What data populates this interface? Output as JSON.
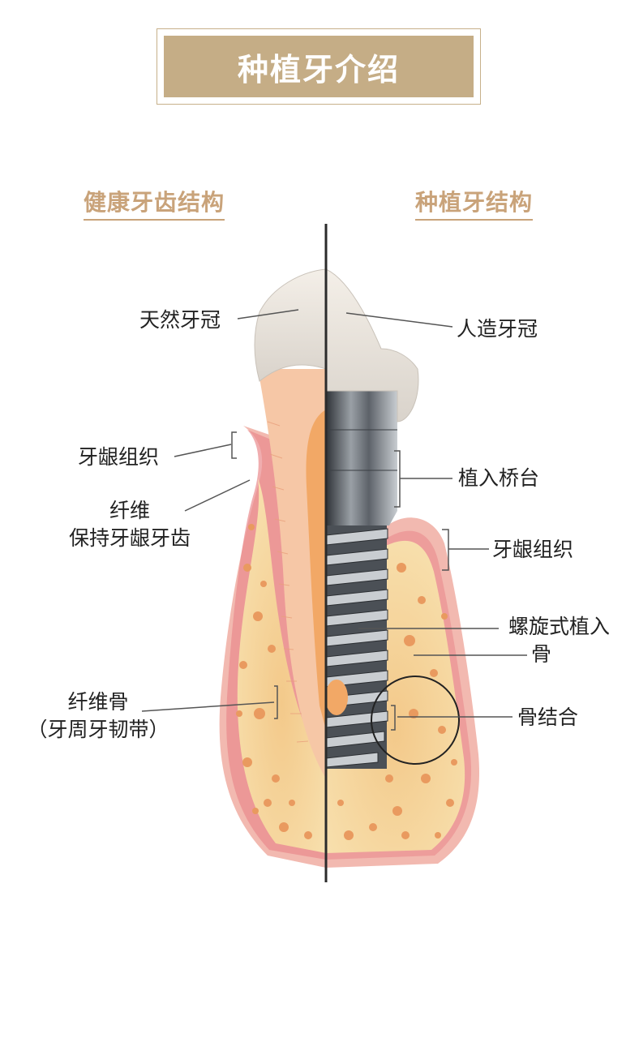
{
  "header": {
    "title": "种植牙介绍"
  },
  "sections": {
    "left_title": "健康牙齿结构",
    "right_title": "种植牙结构"
  },
  "labels_left": {
    "natural_crown": "天然牙冠",
    "gum_tissue": "牙龈组织",
    "fiber_line1": "纤维",
    "fiber_line2": "保持牙龈牙齿",
    "fiber_bone_line1": "纤维骨",
    "fiber_bone_line2": "（牙周牙韧带）"
  },
  "labels_right": {
    "artificial_crown": "人造牙冠",
    "abutment": "植入桥台",
    "gum_tissue": "牙龈组织",
    "screw_implant": "螺旋式植入",
    "bone": "骨",
    "osseointegration": "骨结合"
  },
  "colors": {
    "banner_bg": "#c5ad86",
    "section_title": "#c9a37a",
    "gum": "#e8838a",
    "bone": "#f6d79a",
    "pore": "#eaa067",
    "pulp": "#f4a96c",
    "enamel": "#efe9e2"
  }
}
